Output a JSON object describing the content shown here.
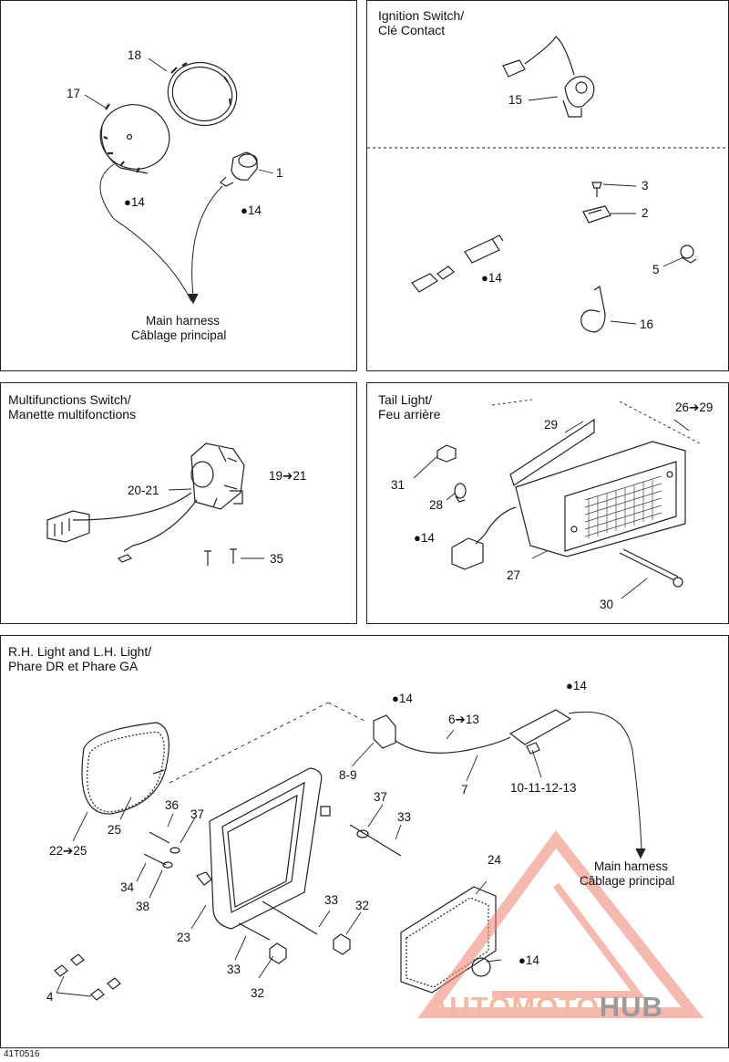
{
  "panels": {
    "headlight": {
      "labels": {
        "p18": "18",
        "p17": "17",
        "p1": "1",
        "d14a": "14",
        "d14b": "14"
      },
      "harness": {
        "line1": "Main harness",
        "line2": "Câblage principal"
      }
    },
    "ignition": {
      "title_line1": "Ignition Switch/",
      "title_line2": "Clé Contact",
      "labels": {
        "p15": "15",
        "p3": "3",
        "p2": "2",
        "p5": "5",
        "p16": "16",
        "d14": "14"
      }
    },
    "multifunction": {
      "title_line1": "Multifunctions Switch/",
      "title_line2": "Manette multifonctions",
      "labels": {
        "p2021": "20-21",
        "p1921": "19➔21",
        "p35": "35"
      }
    },
    "taillight": {
      "title_line1": "Tail Light/",
      "title_line2": "Feu arrière",
      "labels": {
        "p2629": "26➔29",
        "p29": "29",
        "p31": "31",
        "p28": "28",
        "d14": "14",
        "p27": "27",
        "p30": "30"
      }
    },
    "rhlh": {
      "title_line1": "R.H. Light and L.H. Light/",
      "title_line2": "Phare DR et Phare GA",
      "labels": {
        "d14a": "14",
        "d14b": "14",
        "p613": "6➔13",
        "p89": "8-9",
        "p7": "7",
        "p10": "10-11-12-13",
        "p36": "36",
        "p37a": "37",
        "p37b": "37",
        "p33a": "33",
        "p2225": "22➔25",
        "p25": "25",
        "p34": "34",
        "p38": "38",
        "p23": "23",
        "p33b": "33",
        "p32a": "32",
        "p33c": "33",
        "p32b": "32",
        "p24": "24",
        "d14c": "14",
        "p4": "4"
      },
      "harness": {
        "line1": "Main harness",
        "line2": "Câblage principal"
      }
    }
  },
  "drop_symbol": "●",
  "footer_code": "41T0516",
  "watermark": {
    "part1": "AUTOMOTO",
    "part2": "HUB"
  }
}
